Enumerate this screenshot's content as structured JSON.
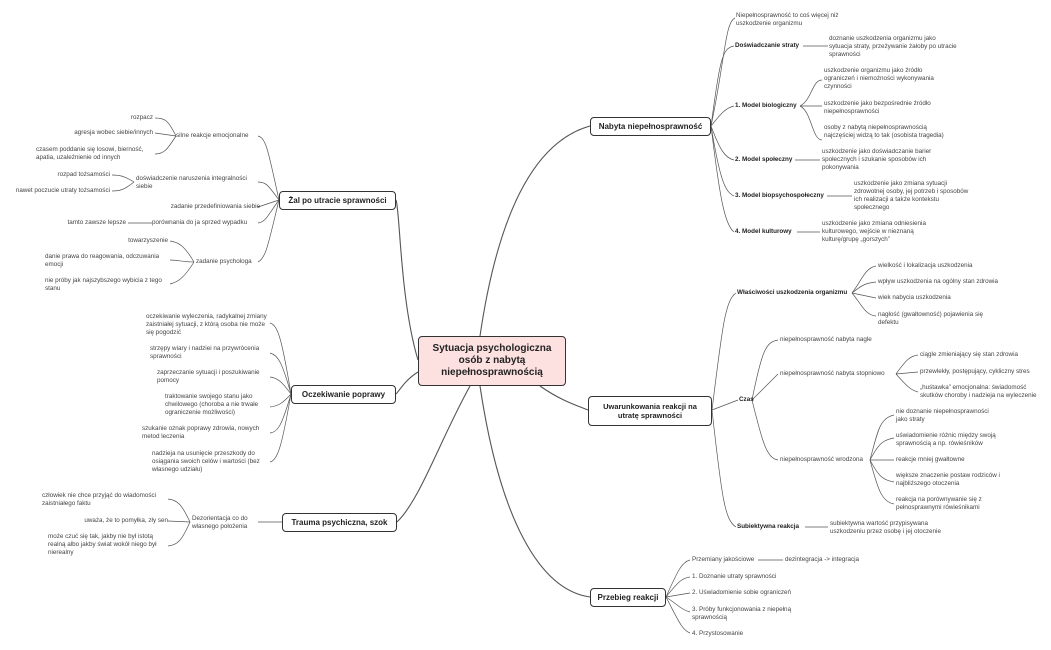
{
  "central": "Sytuacja psychologiczna osób z nabytą niepełnosprawnością",
  "branches": {
    "nabyta": {
      "title": "Nabyta niepełnosprawność",
      "intro": "Niepełnosprawność to coś więcej niż uszkodzenie organizmu",
      "doswiadczanie": "Doświadczanie straty",
      "doswiadczanie_desc": "doznanie uszkodzenia organizmu jako sytuacja straty, przeżywanie żałoby po utracie sprawności",
      "model1": "1. Model biologiczny",
      "model1_items": [
        "uszkodzenie organizmu jako źródło ograniczeń i niemożności wykonywania czynności",
        "uszkodzenie jako bezpośrednie źródło niepełnosprawności",
        "osoby z nabytą niepełnosprawnością najczęściej widzą to tak (osobista tragedia)"
      ],
      "model2": "2. Model społeczny",
      "model2_desc": "uszkodzenie jako doświadczanie barier społecznych i szukanie sposobów ich pokonywania",
      "model3": "3. Model biopsychospołeczny",
      "model3_desc": "uszkodzenie jako zmiana sytuacji zdrowotnej osoby, jej potrzeb i sposobów ich realizacji a także kontekstu społecznego",
      "model4": "4. Model kulturowy",
      "model4_desc": "uszkodzenie jako zmiana odniesienia kulturowego, wejście w nieznaną kulturę/grupę „gorszych”"
    },
    "uwarunkowania": {
      "title": "Uwarunkowania reakcji na utratę sprawności",
      "wlasciwosci": "Właściwości uszkodzenia organizmu",
      "wlasciwosci_items": [
        "wielkość i lokalizacja uszkodzenia",
        "wpływ uszkodzenia na ogólny stan zdrowia",
        "wiek nabycia uszkodzenia",
        "nagłość (gwałtowność) pojawienia się defektu"
      ],
      "czas": "Czas",
      "nagle": "niepełnosprawność nabyta nagle",
      "stopniowo": "niepełnosprawność nabyta stopniowo",
      "stopniowo_items": [
        "ciągle zmieniający się stan zdrowia",
        "przewlekły, postępujący, cykliczny stres",
        "„huśtawka” emocjonalna: świadomość skutków choroby i nadzieja na wyleczenie"
      ],
      "wrodzona": "niepełnosprawność wrodzona",
      "wrodzona_items": [
        "nie doznanie niepełnosprawności jako straty",
        "uświadomienie różnic między swoją sprawnością a np. rówieśników",
        "reakcje mniej gwałtowne",
        "większe znaczenie postaw rodziców i najbliższego otoczenia",
        "reakcja na porównywanie się z pełnosprawnymi rówieśnikami"
      ],
      "subiektywna": "Subiektywna reakcja",
      "subiektywna_desc": "subiektywna wartość przypisywana uszkodzeniu przez osobę i jej otoczenie"
    },
    "przebieg": {
      "title": "Przebieg reakcji",
      "przemiany": "Przemiany jakościowe",
      "przemiany_desc": "dezintegracja -> integracja",
      "steps": [
        "1. Doznanie utraty sprawności",
        "2. Uświadomienie sobie ograniczeń",
        "3. Próby funkcjonowania z niepełną sprawnością",
        "4. Przystosowanie"
      ]
    },
    "zal": {
      "title": "Żal po utracie sprawności",
      "silne": "silne reakcje emocjonalne",
      "silne_items": [
        "rozpacz",
        "agresja wobec siebie/innych",
        "czasem poddanie się losowi, bierność, apatia, uzależnienie od innych"
      ],
      "naruszenia": "doświadczenie naruszenia integralności siebie",
      "naruszenia_items": [
        "rozpad tożsamości",
        "nawet poczucie utraty tożsamości"
      ],
      "przedef": "zadanie przedefiniowania siebie",
      "porownania": "porównania do ja sprzed wypadku",
      "porownania_left": "tamto zawsze lepsze",
      "psycholog": "zadanie psychologa",
      "psycholog_items": [
        "towarzyszenie",
        "danie prawa do reagowania, odczuwania emocji",
        "nie próby jak najszybszego wybicia z tego stanu"
      ]
    },
    "oczekiwanie": {
      "title": "Oczekiwanie poprawy",
      "items": [
        "oczekiwanie wyleczenia, radykalnej zmiany zaistniałej sytuacji, z którą osoba nie może się pogodzić",
        "strzępy wiary i nadziei na przywrócenia sprawności",
        "zaprzeczanie sytuacji i poszukiwanie pomocy",
        "traktowanie swojego stanu jako chwilowego (choroba a nie trwałe ograniczenie możliwości)",
        "szukanie oznak poprawy zdrowia, nowych metod leczenia",
        "nadzieja na usunięcie przeszkody do osiągania swoich celów i wartości (bez własnego udziału)"
      ]
    },
    "trauma": {
      "title": "Trauma psychiczna, szok",
      "dezorientacja": "Dezorientacja co do własnego położenia",
      "items": [
        "człowiek nie chce przyjąć do wiadomości zaistniałego faktu",
        "uważa, że to pomyłka, zły sen",
        "może czuć się tak, jakby nie był istotą realną albo jakby świat wokół niego był nierealny"
      ]
    }
  }
}
